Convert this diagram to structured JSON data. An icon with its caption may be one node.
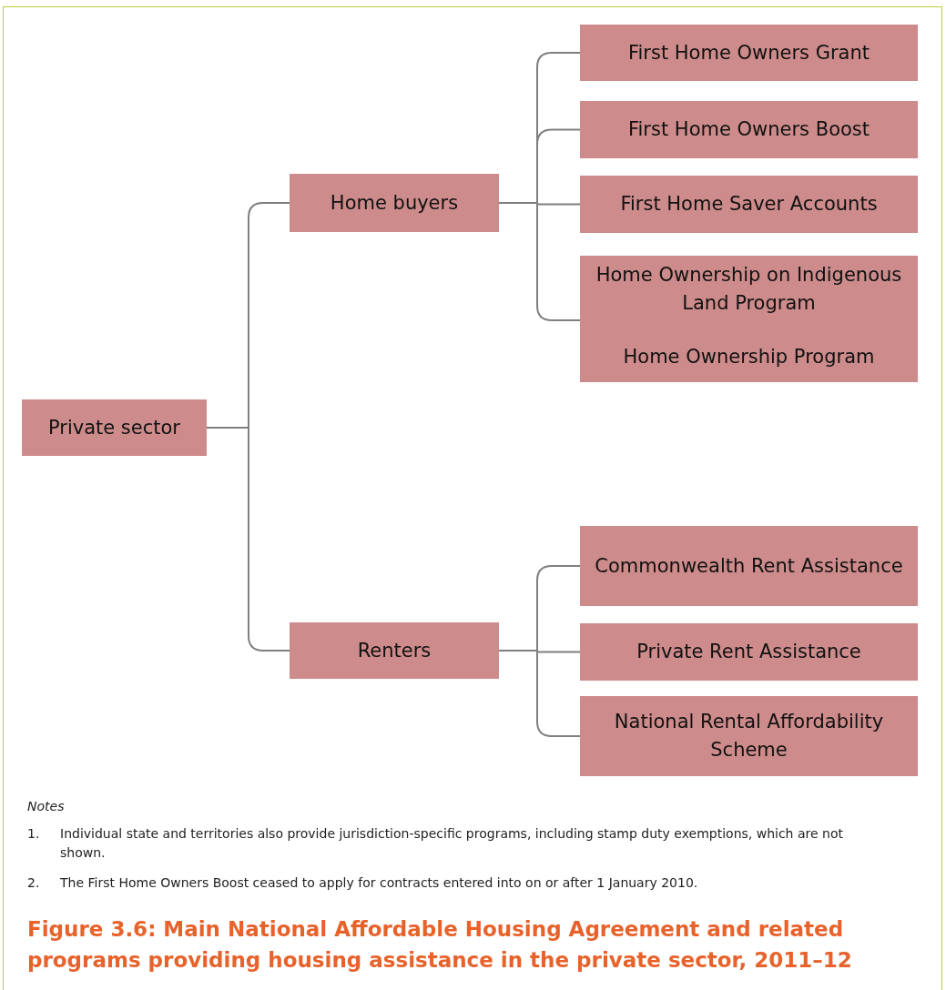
{
  "diagram": {
    "caption": "Figure 3.6: Main National Affordable Housing Agreement and related programs providing housing assistance in the private sector, 2011–12",
    "nodes": [
      {
        "text": [
          "Private sector"
        ]
      },
      {
        "text": [
          "Home buyers"
        ]
      },
      {
        "text": [
          "Renters"
        ]
      },
      {
        "text": [
          "First Home Owners Grant"
        ]
      },
      {
        "text": [
          "First Home Owners Boost"
        ]
      },
      {
        "text": [
          "First Home Saver Accounts"
        ]
      },
      {
        "text": [
          "Home Ownership on Indigenous Land Program",
          "Home Ownership Program"
        ]
      },
      {
        "text": [
          "Commonwealth Rent Assistance"
        ]
      },
      {
        "text": [
          "Private Rent Assistance"
        ]
      },
      {
        "text": [
          "National Rental Affordability Scheme"
        ]
      }
    ],
    "edges": [
      {
        "from": 0,
        "to": 1,
        "arrow": "none"
      },
      {
        "from": 0,
        "to": 2,
        "arrow": "none"
      },
      {
        "from": 1,
        "to": 3,
        "arrow": "none"
      },
      {
        "from": 1,
        "to": 4,
        "arrow": "none"
      },
      {
        "from": 1,
        "to": 5,
        "arrow": "none"
      },
      {
        "from": 1,
        "to": 6,
        "arrow": "none"
      },
      {
        "from": 2,
        "to": 7,
        "arrow": "none"
      },
      {
        "from": 2,
        "to": 8,
        "arrow": "none"
      },
      {
        "from": 2,
        "to": 9,
        "arrow": "none"
      }
    ],
    "labels": [
      "Notes",
      "1.",
      "Individual state and territories also provide jurisdiction-specific programs, including stamp duty exemptions, which are not shown.",
      "2.",
      "The First Home Owners Boost ceased to apply for contracts entered into on or after 1 January 2010."
    ]
  }
}
